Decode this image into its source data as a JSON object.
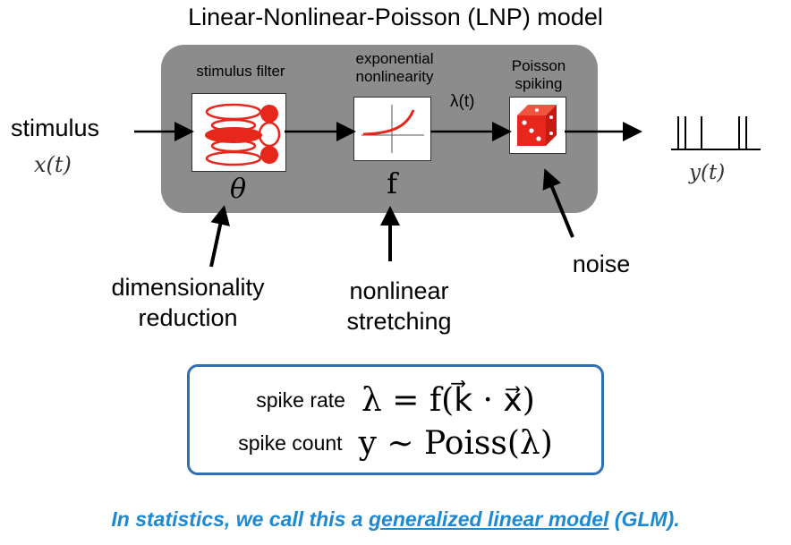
{
  "title": "Linear-Nonlinear-Poisson (LNP) model",
  "input": {
    "label": "stimulus",
    "symbol": "x(t)"
  },
  "stages": [
    {
      "label": "stimulus filter",
      "symbol": "θ"
    },
    {
      "label": "exponential nonlinearity",
      "symbol": "f"
    },
    {
      "label": "Poisson spiking"
    }
  ],
  "rate_label": "λ(t)",
  "output": {
    "symbol": "y(t)"
  },
  "annotations": {
    "dimensionality": "dimensionality reduction",
    "nonlinear": "nonlinear stretching",
    "noise": "noise"
  },
  "formula": {
    "rate_label": "spike rate",
    "rate_eq": "λ = f(k⃗ · x⃗)",
    "count_label": "spike count",
    "count_eq": "y ∼ Poiss(λ)"
  },
  "caption": {
    "pre": "In statistics, we call this a ",
    "link": "generalized linear model",
    "post": " (GLM)."
  },
  "colors": {
    "accent_red": "#e8271c",
    "box_gray": "#8c8c8c",
    "formula_border": "#2f6fb3",
    "caption_blue": "#1e88d0"
  }
}
